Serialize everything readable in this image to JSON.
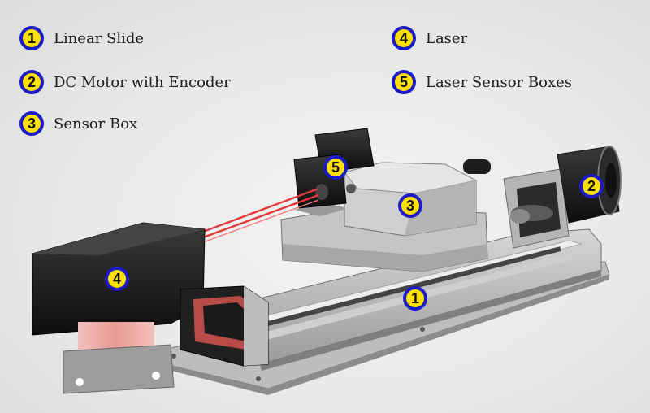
{
  "legend": [
    {
      "number": "1",
      "label": "Linear Slide"
    },
    {
      "number": "2",
      "label": "DC Motor with Encoder"
    },
    {
      "number": "3",
      "label": "Sensor Box"
    },
    {
      "number": "4",
      "label": "Laser"
    },
    {
      "number": "5",
      "label": "Laser Sensor Boxes"
    }
  ],
  "callouts": {
    "slide": "1",
    "motor": "2",
    "sensor_box": "3",
    "laser": "4",
    "laser_sensor_boxes": "5"
  },
  "colors": {
    "badge_fill": "#ffe100",
    "badge_border": "#1b1bc8",
    "laser_beam": "#e23a3a"
  }
}
